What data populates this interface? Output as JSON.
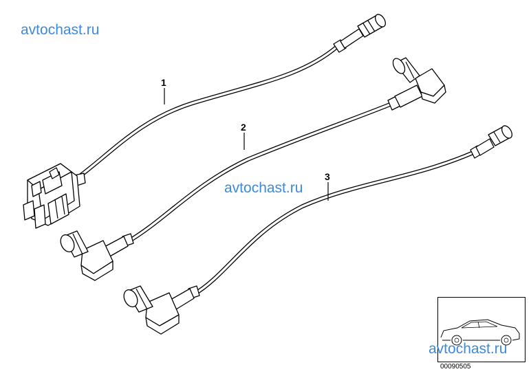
{
  "watermark": "avtochast.ru",
  "callouts": [
    "1",
    "2",
    "3"
  ],
  "thumbnail": {
    "ref_number": "00090505"
  }
}
